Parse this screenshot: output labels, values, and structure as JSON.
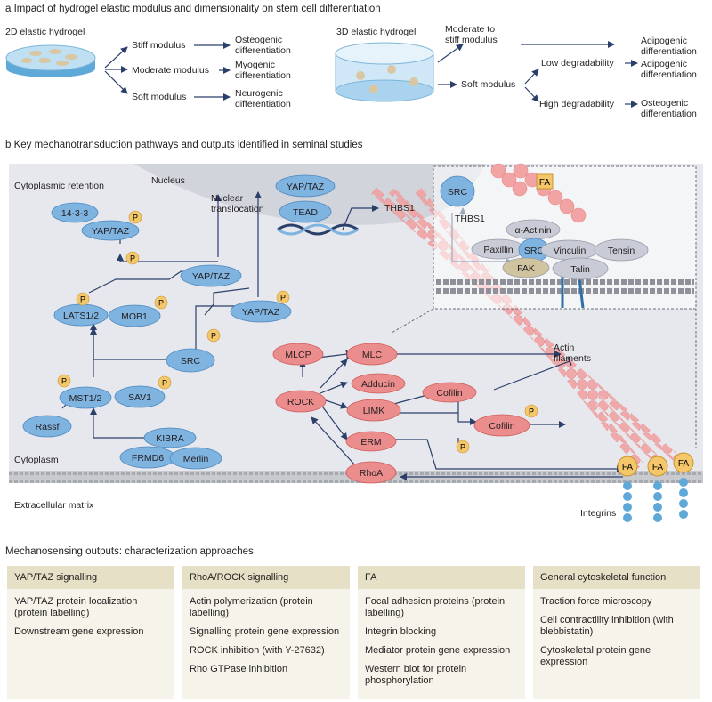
{
  "panel_a": {
    "title": "a  Impact of hydrogel elastic modulus and dimensionality on stem cell differentiation",
    "hydrogel_2d": "2D elastic hydrogel",
    "hydrogel_3d": "3D elastic hydrogel",
    "stiff": "Stiff modulus",
    "moderate": "Moderate modulus",
    "soft": "Soft modulus",
    "osteo_1": "Osteogenic",
    "myo_1": "Myogenic",
    "neuro_1": "Neurogenic",
    "diff": "differentiation",
    "moderate_stiff_1": "Moderate to",
    "moderate_stiff_2": "stiff modulus",
    "soft_3d": "Soft modulus",
    "low_deg": "Low degradability",
    "high_deg": "High degradability",
    "adipo_1": "Adipogenic",
    "adipo_2": "Adipogenic",
    "osteo_2": "Osteogenic"
  },
  "panel_b": {
    "title": "b  Key mechanotransduction pathways and outputs identified in seminal studies",
    "nucleus": "Nucleus",
    "cyto_retention": "Cytoplasmic retention",
    "nuclear_transloc_1": "Nuclear",
    "nuclear_transloc_2": "translocation",
    "cytoplasm": "Cytoplasm",
    "ecm": "Extracellular matrix",
    "integrins": "Integrins",
    "actin_1": "Actin",
    "actin_2": "filaments",
    "thbs1": "THBS1",
    "thbs1_inset": "THBS1",
    "p": "P",
    "nodes": {
      "n1433": "14-3-3",
      "yaptaz_ret": "YAP/TAZ",
      "yaptaz_mid": "YAP/TAZ",
      "yaptaz_nuc": "YAP/TAZ",
      "yaptaz_top": "YAP/TAZ",
      "tead": "TEAD",
      "lats": "LATS1/2",
      "mob1": "MOB1",
      "src": "SRC",
      "mst": "MST1/2",
      "sav1": "SAV1",
      "rassf": "Rassf",
      "kibra": "KIBRA",
      "frmd6": "FRMD6",
      "merlin": "Merlin",
      "mlcp": "MLCP",
      "mlc": "MLC",
      "rock": "ROCK",
      "adducin": "Adducin",
      "limk": "LIMK",
      "cofilin1": "Cofilin",
      "cofilin2": "Cofilin",
      "erm": "ERM",
      "rhoa": "RhoA",
      "fa1": "FA",
      "fa2": "FA",
      "fa3": "FA",
      "fa_inset": "FA",
      "src_inset": "SRC",
      "src_inset2": "SRC",
      "actinin": "α-Actinin",
      "paxillin": "Paxillin",
      "vinculin": "Vinculin",
      "tensin": "Tensin",
      "fak": "FAK",
      "talin": "Talin"
    }
  },
  "table": {
    "title": "Mechanosensing outputs: characterization approaches",
    "columns": [
      {
        "header": "YAP/TAZ signalling",
        "items": [
          "YAP/TAZ protein localization (protein labelling)",
          "Downstream gene expression"
        ]
      },
      {
        "header": "RhoA/ROCK signalling",
        "items": [
          "Actin polymerization (protein labelling)",
          "Signalling protein gene expression",
          "ROCK inhibition (with Y-27632)",
          "Rho GTPase inhibition"
        ]
      },
      {
        "header": "FA",
        "items": [
          "Focal adhesion proteins (protein labelling)",
          "Integrin blocking",
          "Mediator protein gene expression",
          "Western blot for protein phosphorylation"
        ]
      },
      {
        "header": "General cytoskeletal function",
        "items": [
          "Traction force microscopy",
          "Cell contractility inhibition (with blebbistatin)",
          "Cytoskeletal protein gene expression"
        ]
      }
    ]
  },
  "colors": {
    "blue": "#7fb3e0",
    "red": "#ec8d8d",
    "tan": "#f4c76b",
    "cell_bg": "#e7e8ed",
    "arrow": "#2b3f6b"
  }
}
